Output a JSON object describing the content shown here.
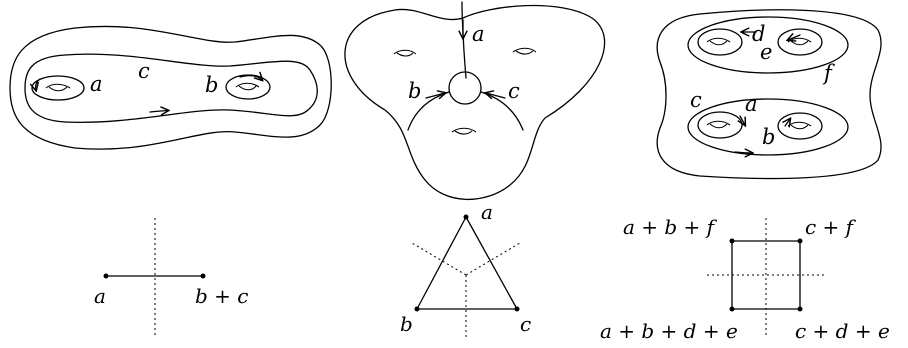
{
  "surfaces": {
    "left": {
      "labels": {
        "a": "a",
        "b": "b",
        "c": "c"
      }
    },
    "middle": {
      "labels": {
        "a": "a",
        "b": "b",
        "c": "c"
      }
    },
    "right": {
      "labels": {
        "a": "a",
        "b": "b",
        "c": "c",
        "d": "d",
        "e": "e",
        "f": "f"
      }
    }
  },
  "graphs": {
    "left": {
      "vertices": [
        "a",
        "b + c"
      ]
    },
    "middle": {
      "vertices": [
        "a",
        "b",
        "c"
      ]
    },
    "right": {
      "vertices": [
        "a + b + f",
        "c + f",
        "a + b + d + e",
        "c + d + e"
      ]
    }
  }
}
